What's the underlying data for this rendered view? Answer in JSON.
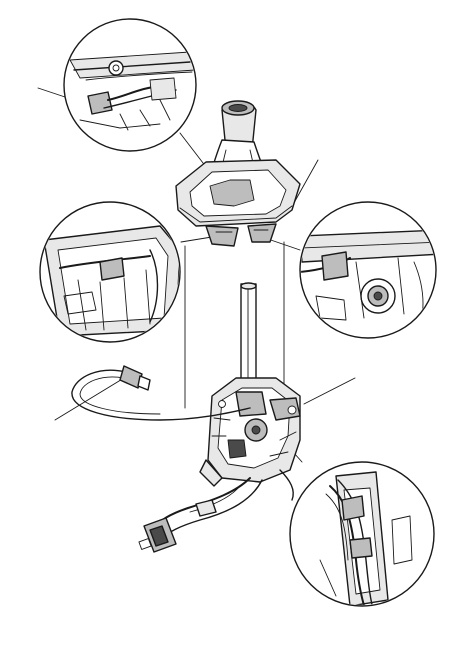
{
  "colors": {
    "ink": "#1a1a1a",
    "background": "#ffffff",
    "light_shade": "#e8e8e8",
    "mid_shade": "#bdbdbd",
    "dark_shade": "#4a4a4a"
  },
  "components": [
    "shift-knob-boot",
    "console-trim-panel",
    "shift-lever-shaft",
    "shifter-assembly",
    "wire-harness",
    "harness-connector",
    "remote-cable"
  ],
  "detail_callouts": [
    "detail-top-harness-clip",
    "detail-left-panel-underside",
    "detail-right-panel-clip",
    "detail-bottom-harness-routing"
  ]
}
